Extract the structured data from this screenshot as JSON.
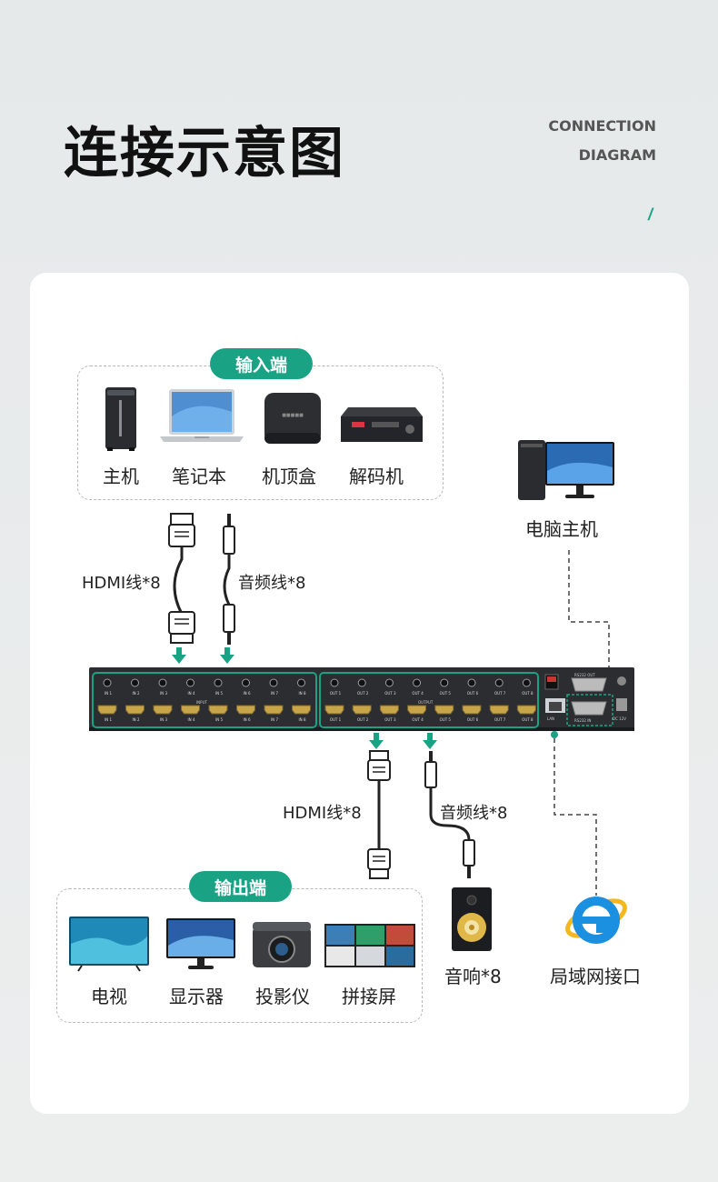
{
  "header": {
    "title": "连接示意图",
    "title_en_line1": "CONNECTION",
    "title_en_line2": "DIAGRAM",
    "accent_mark": "/"
  },
  "colors": {
    "accent": "#19a384",
    "device_body": "#2b2d30",
    "text": "#222222"
  },
  "input_group": {
    "label": "输入端",
    "devices": [
      {
        "name": "主机",
        "icon": "pc-tower-icon"
      },
      {
        "name": "笔记本",
        "icon": "laptop-icon"
      },
      {
        "name": "机顶盒",
        "icon": "set-top-box-icon"
      },
      {
        "name": "解码机",
        "icon": "decoder-icon"
      }
    ]
  },
  "input_cables": {
    "hdmi": "HDMI线*8",
    "audio": "音频线*8"
  },
  "computer": {
    "name": "电脑主机",
    "icon": "desktop-computer-icon"
  },
  "matrix_device": {
    "inputs": [
      "IN 1",
      "IN 2",
      "IN 3",
      "IN 4",
      "IN 5",
      "IN 6",
      "IN 7",
      "IN 8"
    ],
    "outputs": [
      "OUT 1",
      "OUT 2",
      "OUT 3",
      "OUT 4",
      "OUT 5",
      "OUT 6",
      "OUT 7",
      "OUT 8"
    ],
    "input_section": "INPUT",
    "output_section": "OUTPUT",
    "lan": "LAN",
    "rs232_out": "RS232 OUT",
    "rs232_in": "RS232 IN",
    "dc": "DC 12V"
  },
  "output_cables": {
    "hdmi": "HDMI线*8",
    "audio": "音频线*8"
  },
  "output_group": {
    "label": "输出端",
    "devices": [
      {
        "name": "电视",
        "icon": "tv-icon"
      },
      {
        "name": "显示器",
        "icon": "monitor-icon"
      },
      {
        "name": "投影仪",
        "icon": "projector-icon"
      },
      {
        "name": "拼接屏",
        "icon": "video-wall-icon"
      }
    ]
  },
  "speaker": {
    "name": "音响*8",
    "icon": "speaker-icon"
  },
  "network": {
    "name": "局域网接口",
    "icon": "internet-explorer-icon"
  }
}
